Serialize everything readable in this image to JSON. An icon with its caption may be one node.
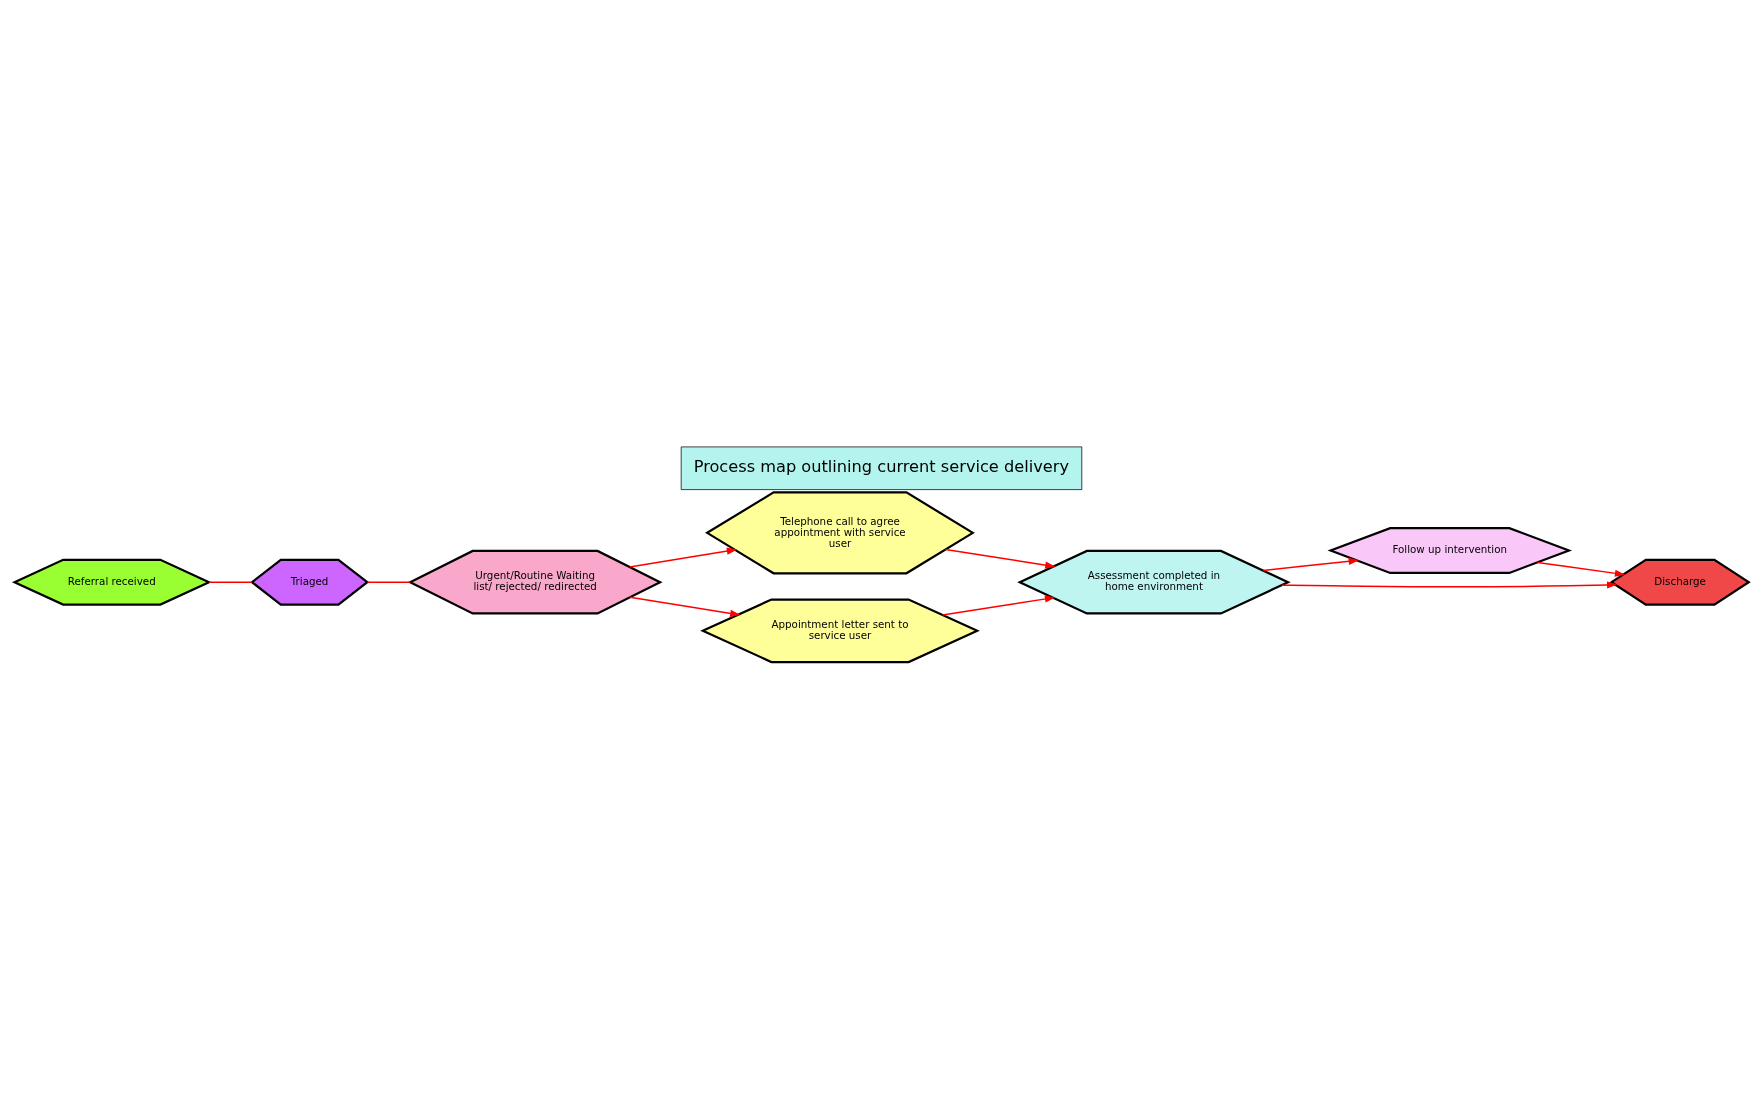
{
  "diagram": {
    "title": "Process map outlining current service delivery",
    "nodes": [
      {
        "text": [
          "Referral received"
        ]
      },
      {
        "text": [
          "Triaged"
        ]
      },
      {
        "text": [
          "Urgent/Routine Waiting list/ rejected/ redirected"
        ]
      },
      {
        "text": [
          "Telephone call to agree appointment with service user"
        ]
      },
      {
        "text": [
          "Appointment letter sent to service user"
        ]
      },
      {
        "text": [
          "Assessment completed in home environment"
        ]
      },
      {
        "text": [
          "Follow up intervention"
        ]
      },
      {
        "text": [
          "Discharge"
        ]
      }
    ],
    "edges": [
      {
        "from": 0,
        "to": 1,
        "arrow": "none"
      },
      {
        "from": 1,
        "to": 2,
        "arrow": "none"
      },
      {
        "from": 2,
        "to": 3,
        "arrow": "to"
      },
      {
        "from": 2,
        "to": 4,
        "arrow": "to"
      },
      {
        "from": 3,
        "to": 5,
        "arrow": "to"
      },
      {
        "from": 4,
        "to": 5,
        "arrow": "to"
      },
      {
        "from": 5,
        "to": 6,
        "arrow": "to"
      },
      {
        "from": 5,
        "to": 7,
        "arrow": "to"
      },
      {
        "from": 6,
        "to": 7,
        "arrow": "to"
      }
    ]
  }
}
